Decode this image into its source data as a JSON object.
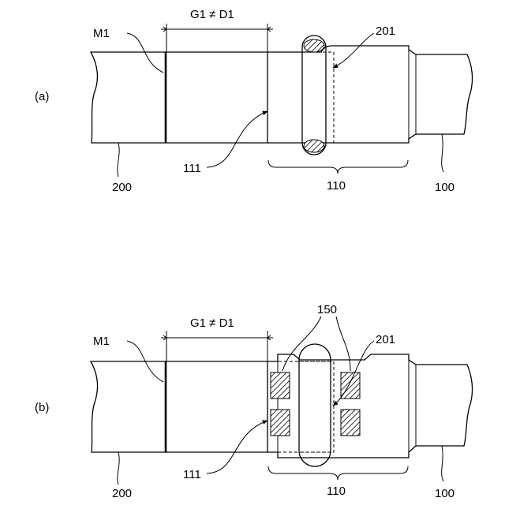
{
  "figure": {
    "panel_a": {
      "panel_label": "(a)",
      "marker_label": "M1",
      "gap_label": "G1 ≠ D1",
      "labels": {
        "l201": "201",
        "l111": "111",
        "l110": "110",
        "l200": "200",
        "l100": "100"
      }
    },
    "panel_b": {
      "panel_label": "(b)",
      "marker_label": "M1",
      "gap_label": "G1 ≠ D1",
      "labels": {
        "l150": "150",
        "l201": "201",
        "l111": "111",
        "l110": "110",
        "l200": "200",
        "l100": "100"
      }
    }
  }
}
